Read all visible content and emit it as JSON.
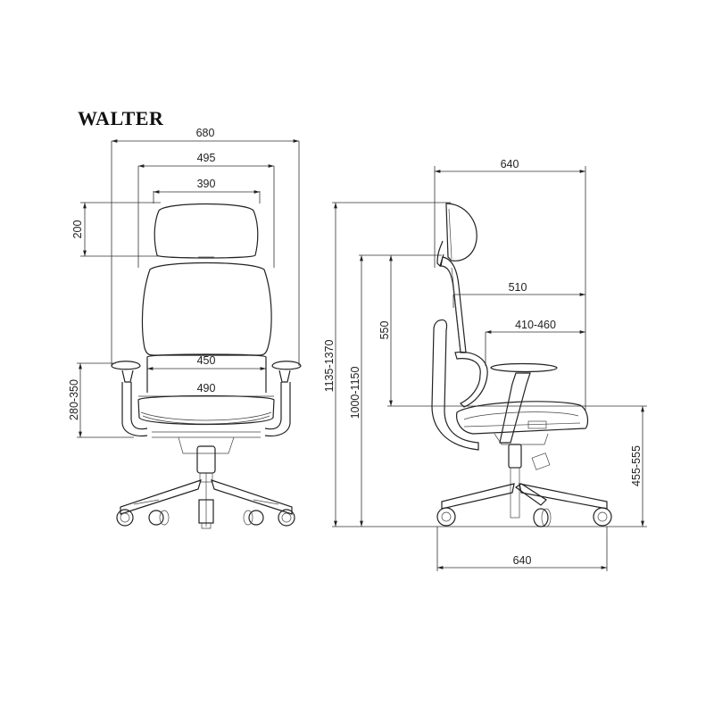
{
  "title": "WALTER",
  "front_view": {
    "overall_width": "680",
    "backrest_width": "495",
    "headrest_width": "390",
    "headrest_height": "200",
    "seat_inner_width": "450",
    "seat_width": "490",
    "armrest_height": "280-350"
  },
  "side_view": {
    "overall_depth_top": "640",
    "backrest_to_front": "510",
    "seat_depth": "410-460",
    "backrest_height": "550",
    "overall_height": "1135-1370",
    "height_without_headrest": "1000-1150",
    "seat_height": "455-555",
    "base_depth": "640"
  },
  "colors": {
    "line": "#222222",
    "background": "#ffffff"
  }
}
